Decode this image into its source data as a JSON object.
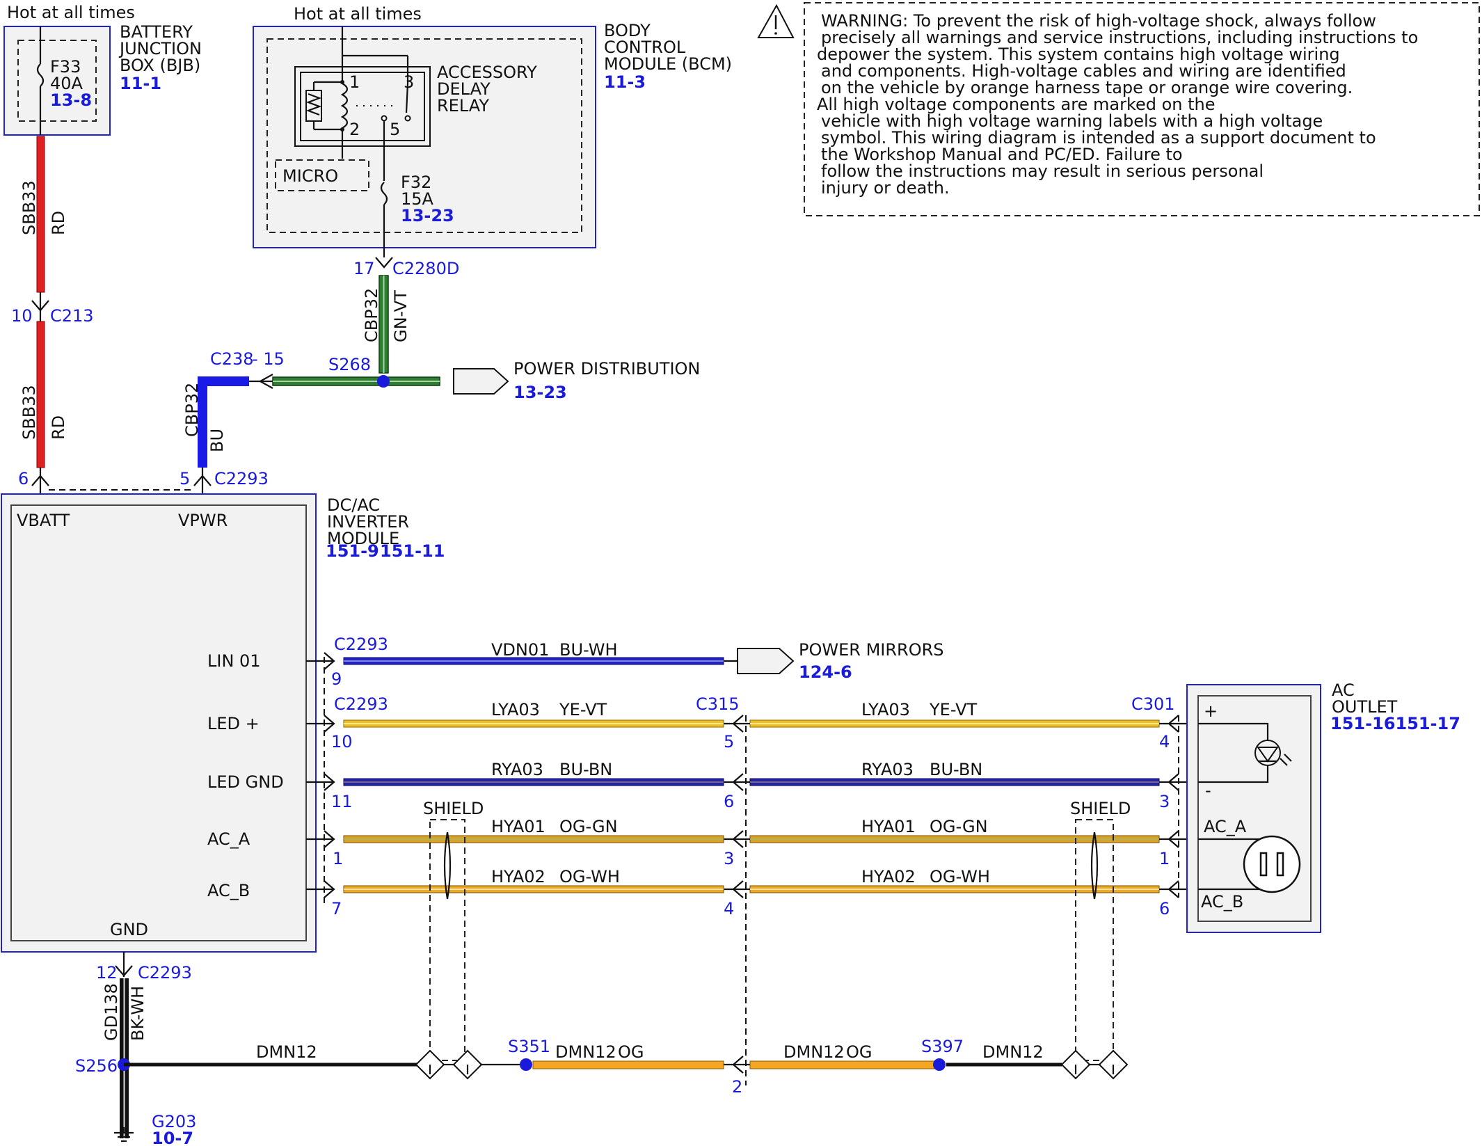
{
  "hot_at_all_times": "Hot at all times",
  "bjb": {
    "title_l1": "BATTERY",
    "title_l2": "JUNCTION",
    "title_l3": "BOX (BJB)",
    "ref": "11-1",
    "fuse_id": "F33",
    "fuse_rating": "40A",
    "fuse_ref": "13-8"
  },
  "bcm": {
    "title_l1": "BODY",
    "title_l2": "CONTROL",
    "title_l3": "MODULE (BCM)",
    "ref": "11-3",
    "relay_l1": "ACCESSORY",
    "relay_l2": "DELAY",
    "relay_l3": "RELAY",
    "pin1": "1",
    "pin2": "2",
    "pin3": "3",
    "pin5": "5",
    "micro": "MICRO",
    "fuse_id": "F32",
    "fuse_rating": "15A",
    "fuse_ref": "13-23"
  },
  "warning": {
    "lines": [
      "WARNING: To prevent the risk of high-voltage shock, always follow",
      "precisely all warnings and service instructions, including instructions to",
      "depower the system. This system contains high voltage wiring",
      "and components. High-voltage cables and wiring are identified",
      "on the vehicle by orange harness tape or orange wire covering.",
      "All high voltage components are marked on the",
      "vehicle with high voltage warning labels with a high voltage",
      "symbol. This wiring diagram is intended as a support document to",
      "the Workshop Manual and PC/ED. Failure to",
      "follow the instructions may result in serious personal",
      "injury or death."
    ],
    "icon": "warning-triangle-icon"
  },
  "wires": {
    "sbb33": "SBB33",
    "rd": "RD",
    "cbp32": "CBP32",
    "gnvt": "GN-VT",
    "bu": "BU",
    "gd138": "GD138",
    "bkwh": "BK-WH",
    "dmn12": "DMN12",
    "og": "OG"
  },
  "connectors": {
    "c213_pin": "10",
    "c213": "C213",
    "c2280d_pin": "17",
    "c2280d": "C2280D",
    "c238": "C238",
    "c238_pin": "- 15",
    "s268": "S268",
    "c2293": "C2293",
    "vbatt_pin": "6",
    "vpwr_pin": "5",
    "gnd_pin": "12",
    "s256": "S256",
    "s351": "S351",
    "s397": "S397",
    "g203": "G203",
    "g203_ref": "10-7",
    "c315": "C315",
    "c301": "C301",
    "c315_bottom_pin": "2"
  },
  "power_distribution": {
    "label": "POWER DISTRIBUTION",
    "ref": "13-23"
  },
  "power_mirrors": {
    "label": "POWER MIRRORS",
    "ref": "124-6"
  },
  "inverter": {
    "title_l1": "DC/AC",
    "title_l2": "INVERTER",
    "title_l3": "MODULE",
    "ref1": "151-9",
    "ref2": "151-11",
    "vbatt": "VBATT",
    "vpwr": "VPWR",
    "gnd": "GND",
    "pins": [
      "LIN 01",
      "LED +",
      "LED GND",
      "AC_A",
      "AC_B"
    ]
  },
  "ac_outlet": {
    "title_l1": "AC",
    "title_l2": "OUTLET",
    "ref": "151-16151-17",
    "plus": "+",
    "minus": "-",
    "ac_a": "AC_A",
    "ac_b": "AC_B"
  },
  "shield": "SHIELD",
  "circuits": [
    {
      "name": "VDN01",
      "color_code": "BU-WH",
      "inv_pin": "9",
      "c315_pin": "",
      "c301_pin": "",
      "color": "#2222cc"
    },
    {
      "name": "LYA03",
      "color_code": "YE-VT",
      "inv_pin": "10",
      "c315_pin": "5",
      "c301_pin": "4",
      "color": "#f0c020"
    },
    {
      "name": "RYA03",
      "color_code": "BU-BN",
      "inv_pin": "11",
      "c315_pin": "6",
      "c301_pin": "3",
      "color": "#2222aa"
    },
    {
      "name": "HYA01",
      "color_code": "OG-GN",
      "inv_pin": "1",
      "c315_pin": "3",
      "c301_pin": "1",
      "color": "#e0a020"
    },
    {
      "name": "HYA02",
      "color_code": "OG-WH",
      "inv_pin": "7",
      "c315_pin": "4",
      "c301_pin": "6",
      "color": "#f0a820"
    }
  ]
}
